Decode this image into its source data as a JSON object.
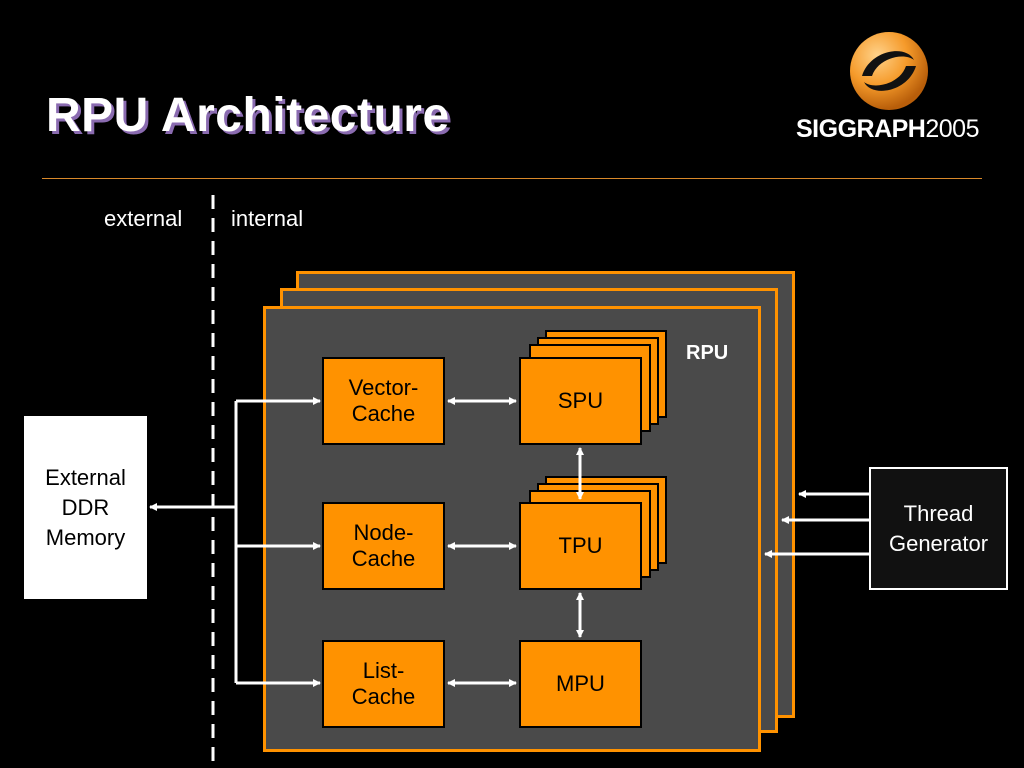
{
  "title": "RPU Architecture",
  "logo": {
    "name": "SIGGRAPH",
    "year": "2005"
  },
  "zones": {
    "external": "external",
    "internal": "internal"
  },
  "rpu_label": "RPU",
  "external_memory": "External\nDDR\nMemory",
  "thread_generator": "Thread\nGenerator",
  "caches": {
    "vector": "Vector-\nCache",
    "node": "Node-\nCache",
    "list": "List-\nCache"
  },
  "units": {
    "spu": "SPU",
    "tpu": "TPU",
    "mpu": "MPU"
  },
  "colors": {
    "accent": "#ff9200",
    "rpu_bg": "#4a4a4a",
    "background": "#000000"
  }
}
